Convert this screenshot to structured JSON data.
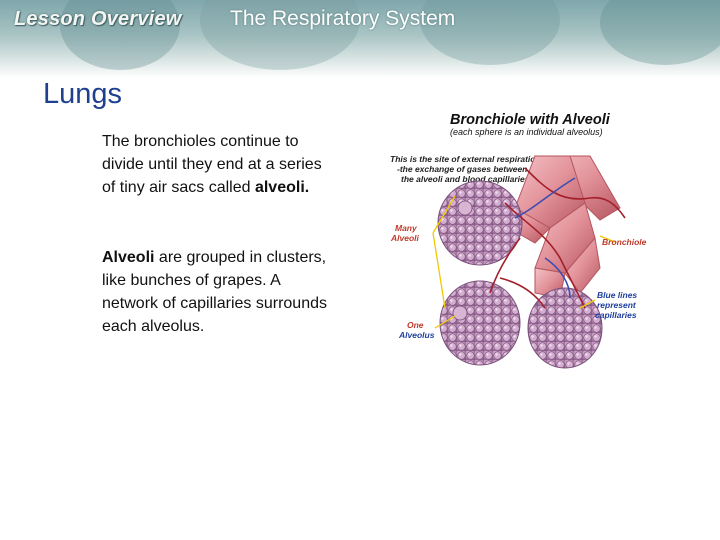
{
  "header": {
    "lesson_label": "Lesson Overview",
    "topic_title": "The Respiratory System"
  },
  "slide": {
    "heading": "Lungs",
    "paragraphs": [
      {
        "lead": "",
        "text_before": "The bronchioles continue to divide until they end at a series of tiny air sacs called ",
        "bold": "alveoli.",
        "text_after": ""
      },
      {
        "lead": "Alveoli",
        "text_before": " are grouped in clusters, like bunches of grapes. A network of capillaries surrounds each alveolus.",
        "bold": "",
        "text_after": ""
      }
    ]
  },
  "figure": {
    "title": "Bronchiole with Alveoli",
    "subtitle": "(each sphere is an individual alveolus)",
    "note_line1": "This is the site of external respiration",
    "note_line2": "-the exchange of gases between",
    "note_line3": "the alveoli and blood capillaries",
    "label_many_1": "Many",
    "label_many_2": "Alveoli",
    "label_bronchiole": "Bronchiole",
    "label_one_1": "One",
    "label_one_2": "Alveolus",
    "label_blue_1": "Blue lines",
    "label_blue_2": "represent",
    "label_blue_3": "capillaries",
    "colors": {
      "tube": "#e8a3a8",
      "tube_dark": "#b5555f",
      "alveoli": "#c79bc0",
      "alveoli_dark": "#8a5e8a",
      "capillary_blue": "#3b4db0",
      "capillary_red": "#a3202a",
      "leader_line": "#f2c900"
    }
  }
}
